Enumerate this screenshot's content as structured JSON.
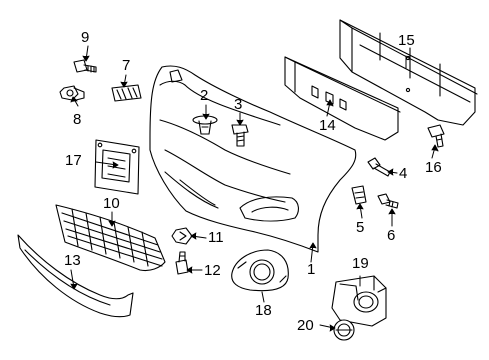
{
  "diagram": {
    "callouts": [
      {
        "number": "1",
        "part": "bumper-cover"
      },
      {
        "number": "2",
        "part": "push-retainer-clip"
      },
      {
        "number": "3",
        "part": "bolt"
      },
      {
        "number": "4",
        "part": "screw"
      },
      {
        "number": "5",
        "part": "bracket"
      },
      {
        "number": "6",
        "part": "bolt"
      },
      {
        "number": "7",
        "part": "small-plate"
      },
      {
        "number": "8",
        "part": "nut"
      },
      {
        "number": "9",
        "part": "screw"
      },
      {
        "number": "10",
        "part": "lower-grille"
      },
      {
        "number": "11",
        "part": "clip"
      },
      {
        "number": "12",
        "part": "bolt"
      },
      {
        "number": "13",
        "part": "lower-molding"
      },
      {
        "number": "14",
        "part": "energy-absorber"
      },
      {
        "number": "15",
        "part": "reinforcement-bar"
      },
      {
        "number": "16",
        "part": "bolt"
      },
      {
        "number": "17",
        "part": "license-plate-bracket"
      },
      {
        "number": "18",
        "part": "fog-lamp-bezel"
      },
      {
        "number": "19",
        "part": "park-sensor"
      },
      {
        "number": "20",
        "part": "sensor-retainer"
      }
    ],
    "colors": {
      "line": "#000000",
      "fill": "#ffffff",
      "shade": "#d9d9d9"
    }
  }
}
